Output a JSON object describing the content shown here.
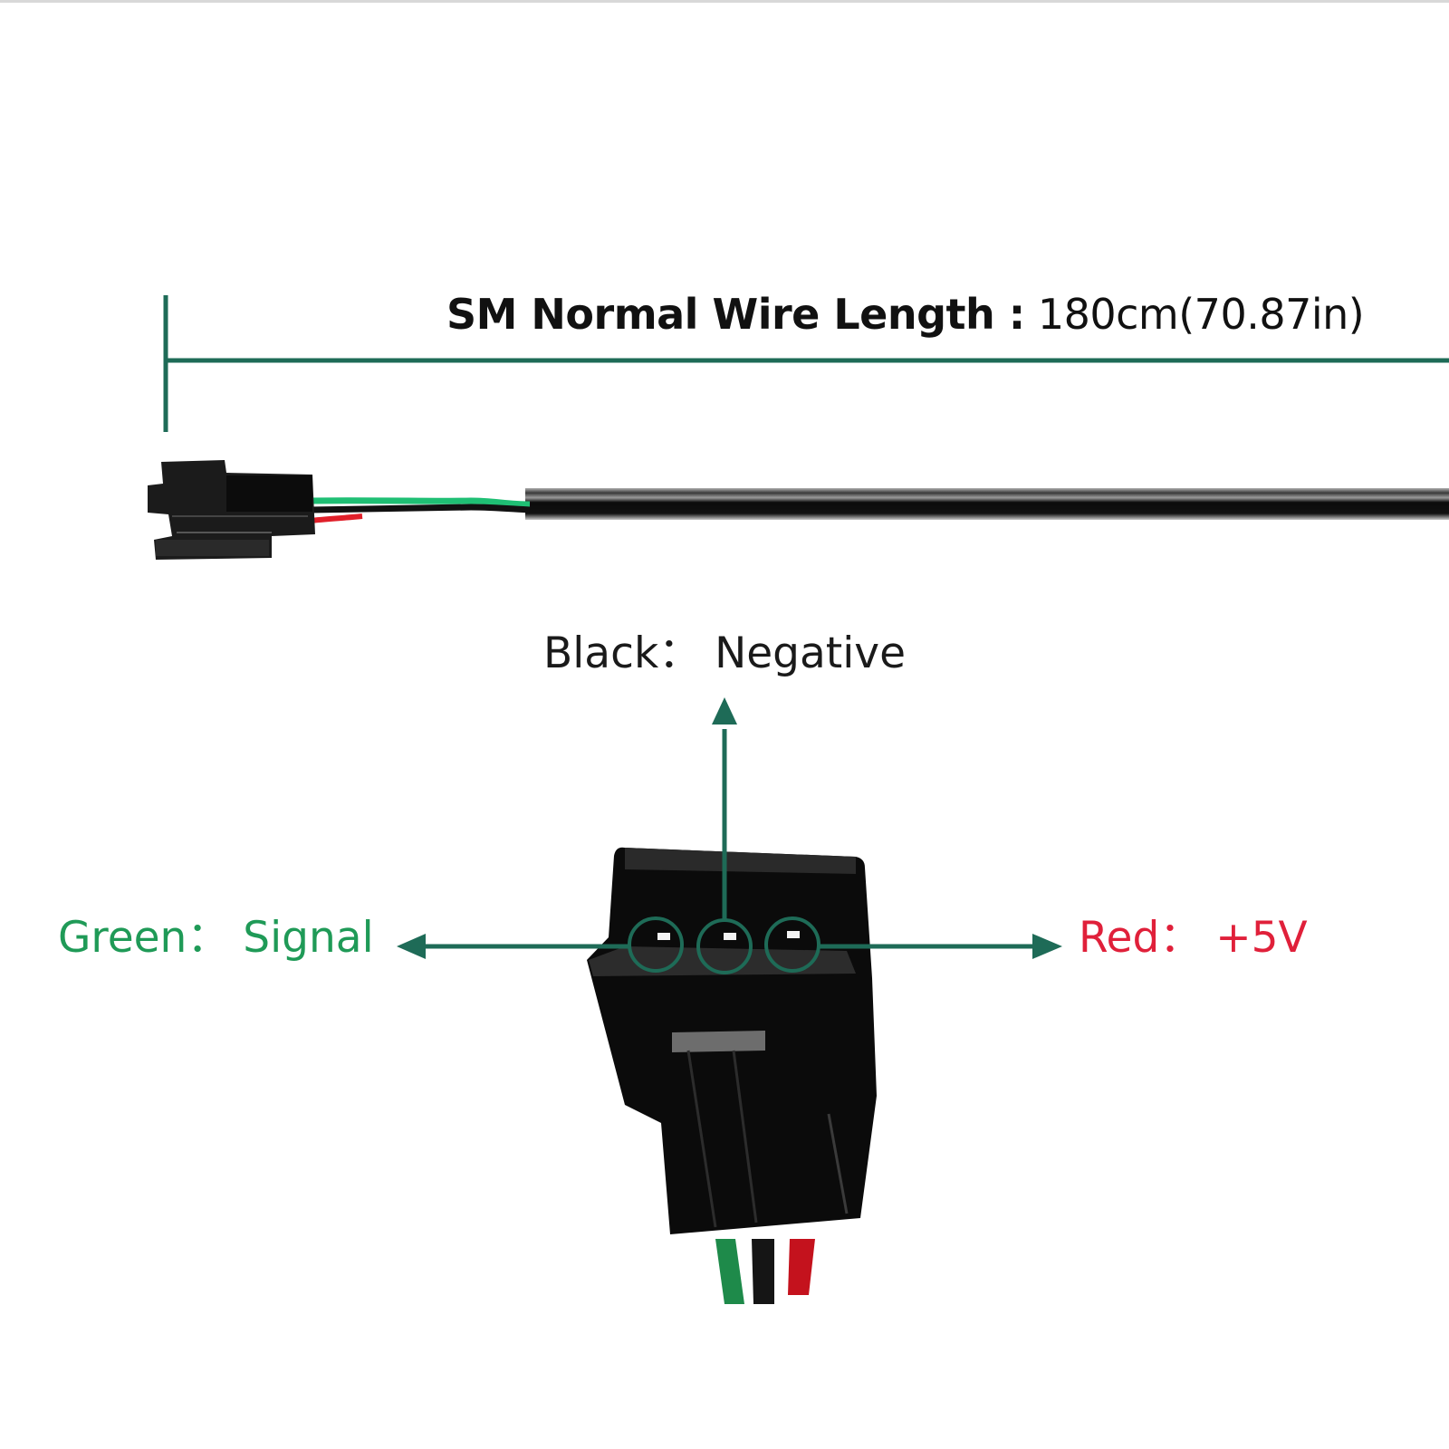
{
  "title": {
    "bold_text": "SM Normal Wire Length :",
    "value_text": "180cm(70.87in)"
  },
  "pinout": [
    {
      "wire": "Black",
      "function": "Negative",
      "label": "Black：  Negative",
      "color": "#1a1a1a"
    },
    {
      "wire": "Green",
      "function": "Signal",
      "label": "Green：  Signal",
      "color": "#1f9a57"
    },
    {
      "wire": "Red",
      "function": "+5V",
      "label": "Red：  +5V",
      "color": "#e0203a"
    }
  ],
  "colors": {
    "annotation": "#1e6b57",
    "connector": "#0e0e0e",
    "wire_green": "#1fa45f",
    "wire_red": "#d8141f",
    "wire_black": "#111111"
  }
}
